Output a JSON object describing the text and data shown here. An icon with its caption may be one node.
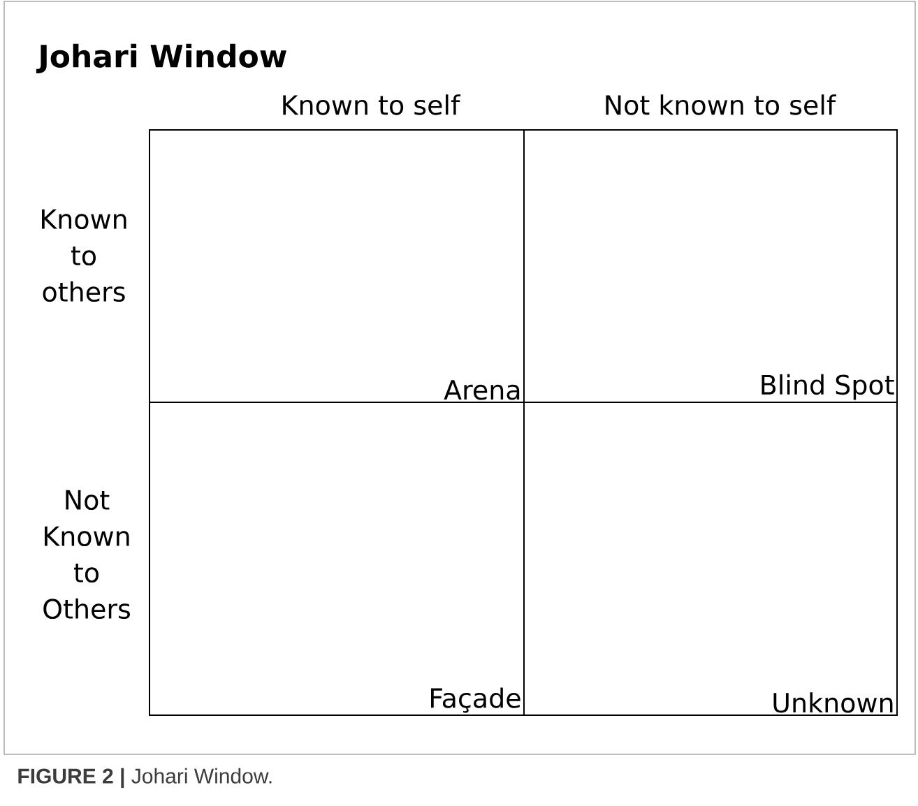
{
  "diagram": {
    "title": "Johari Window",
    "caption": "**FIGURE 2 |** Johari Window.",
    "nodes": [
      {
        "text": [
          "Arena"
        ]
      },
      {
        "text": [
          "Blind Spot"
        ]
      },
      {
        "text": [
          "Façade"
        ]
      },
      {
        "text": [
          "Unknown"
        ]
      }
    ],
    "labels": [
      "Known to self",
      "Not known to self",
      "Known to others",
      "Not Known to Others"
    ]
  }
}
